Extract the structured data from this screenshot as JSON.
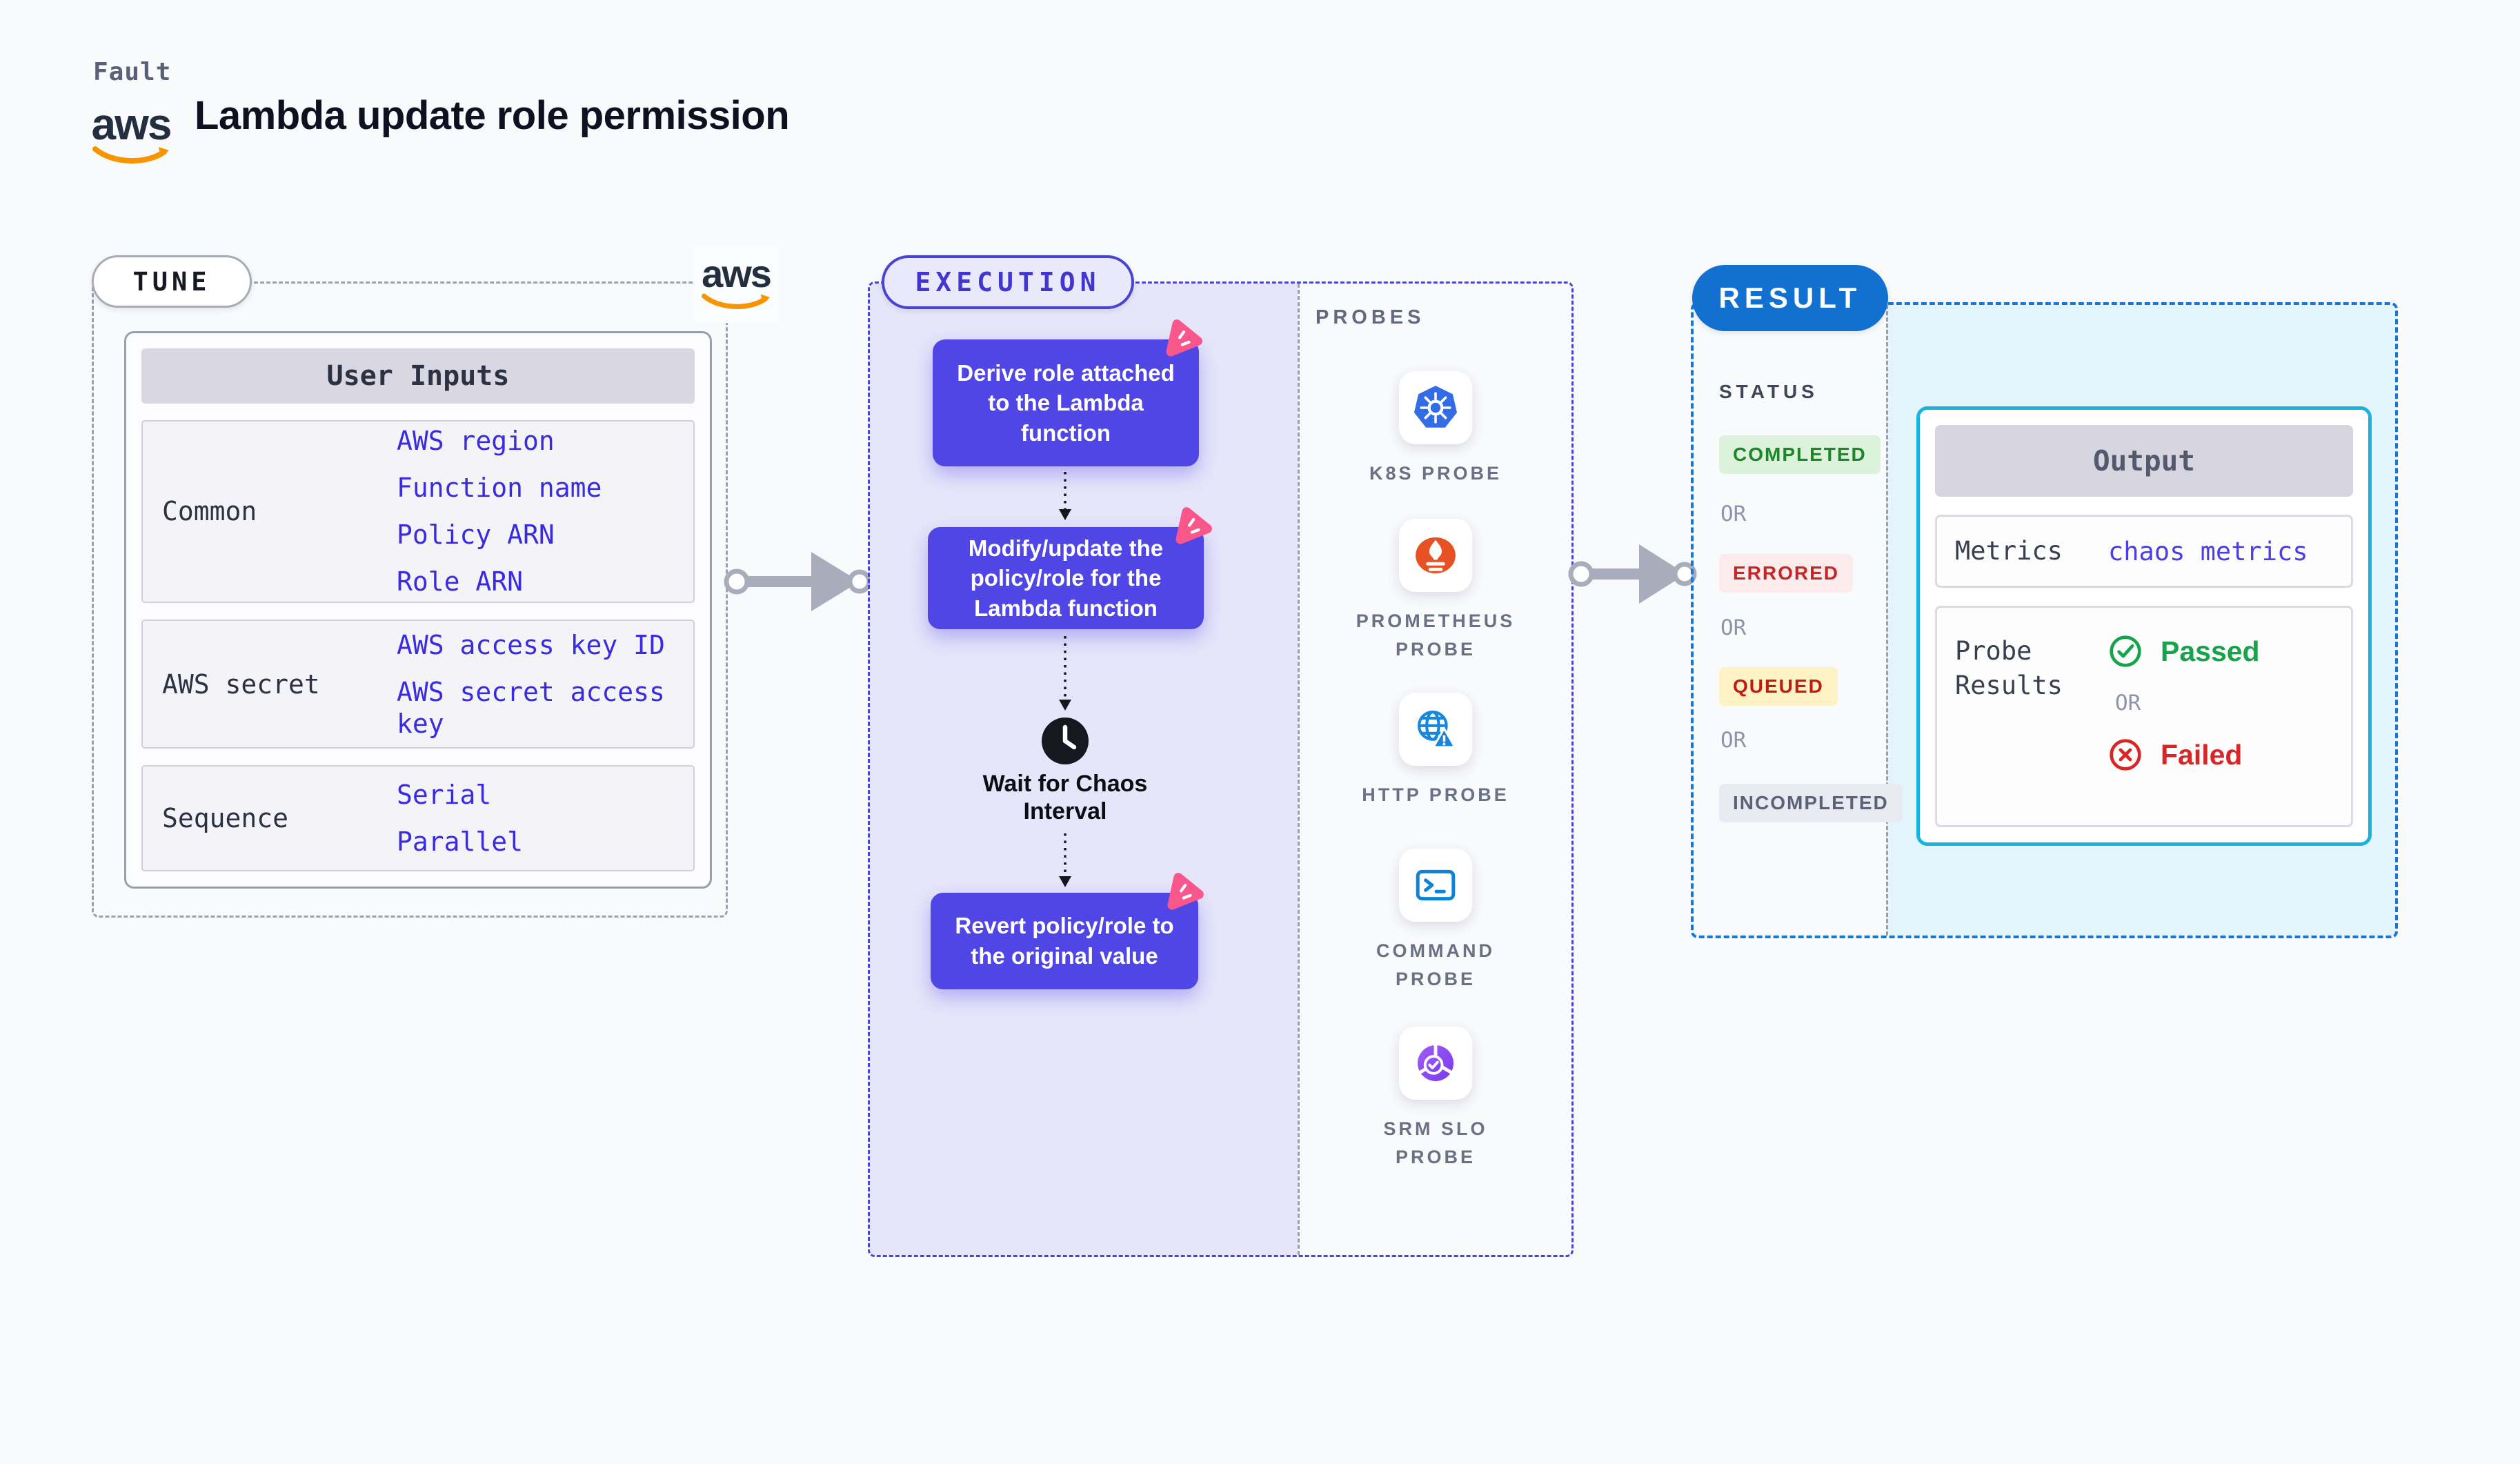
{
  "header": {
    "kicker": "Fault",
    "title": "Lambda update role permission"
  },
  "aws_logo": {
    "word": "aws"
  },
  "tune": {
    "pill": "TUNE",
    "user_inputs": {
      "title": "User Inputs",
      "rows": [
        {
          "label": "Common",
          "links": [
            "AWS region",
            "Function name",
            "Policy ARN",
            "Role ARN"
          ]
        },
        {
          "label": "AWS secret",
          "links": [
            "AWS access key ID",
            "AWS secret access key"
          ]
        },
        {
          "label": "Sequence",
          "links": [
            "Serial",
            "Parallel"
          ]
        }
      ]
    }
  },
  "execution": {
    "pill": "EXECUTION",
    "steps": [
      "Derive role attached to the Lambda function",
      "Modify/update the policy/role for the Lambda function",
      "Revert policy/role to the original value"
    ],
    "wait_label": "Wait for Chaos Interval",
    "probes": {
      "heading": "PROBES",
      "items": [
        {
          "label": "K8S PROBE",
          "icon": "kubernetes-icon"
        },
        {
          "label": "PROMETHEUS PROBE",
          "icon": "prometheus-icon"
        },
        {
          "label": "HTTP PROBE",
          "icon": "http-globe-icon"
        },
        {
          "label": "COMMAND PROBE",
          "icon": "command-terminal-icon"
        },
        {
          "label": "SRM SLO PROBE",
          "icon": "srm-slo-icon"
        }
      ]
    }
  },
  "result": {
    "pill": "RESULT",
    "status": {
      "heading": "STATUS",
      "or": "OR",
      "badges": [
        {
          "label": "COMPLETED",
          "kind": "completed"
        },
        {
          "label": "ERRORED",
          "kind": "errored"
        },
        {
          "label": "QUEUED",
          "kind": "queued"
        },
        {
          "label": "INCOMPLETED",
          "kind": "incompleted"
        }
      ]
    },
    "output": {
      "title": "Output",
      "metrics_label": "Metrics",
      "metrics_link": "chaos metrics",
      "probe_results_label": "Probe Results",
      "or": "OR",
      "passed_label": "Passed",
      "failed_label": "Failed"
    }
  },
  "colors": {
    "node_purple": "#4f46e5",
    "execution_border": "#4a46d2",
    "lavender_bg": "#e6e5fa",
    "result_blue": "#1270d0",
    "result_border": "#1577d7",
    "cyan_border": "#17b4e0",
    "cyan_bg": "#e4f4fb",
    "link_blue": "#3a2be0",
    "success_green": "#17a34a",
    "fail_red": "#d92525",
    "chaos_pink": "#f9568c",
    "aws_orange": "#f79400",
    "completed_bg": "#ddf2da",
    "completed_text": "#1c8728",
    "errored_bg": "#fcebec",
    "errored_text": "#c52623",
    "queued_bg": "#fdf2c4",
    "queued_text": "#bf1b11",
    "incompleted_bg": "#e9eaf1",
    "incompleted_text": "#5c6276"
  }
}
